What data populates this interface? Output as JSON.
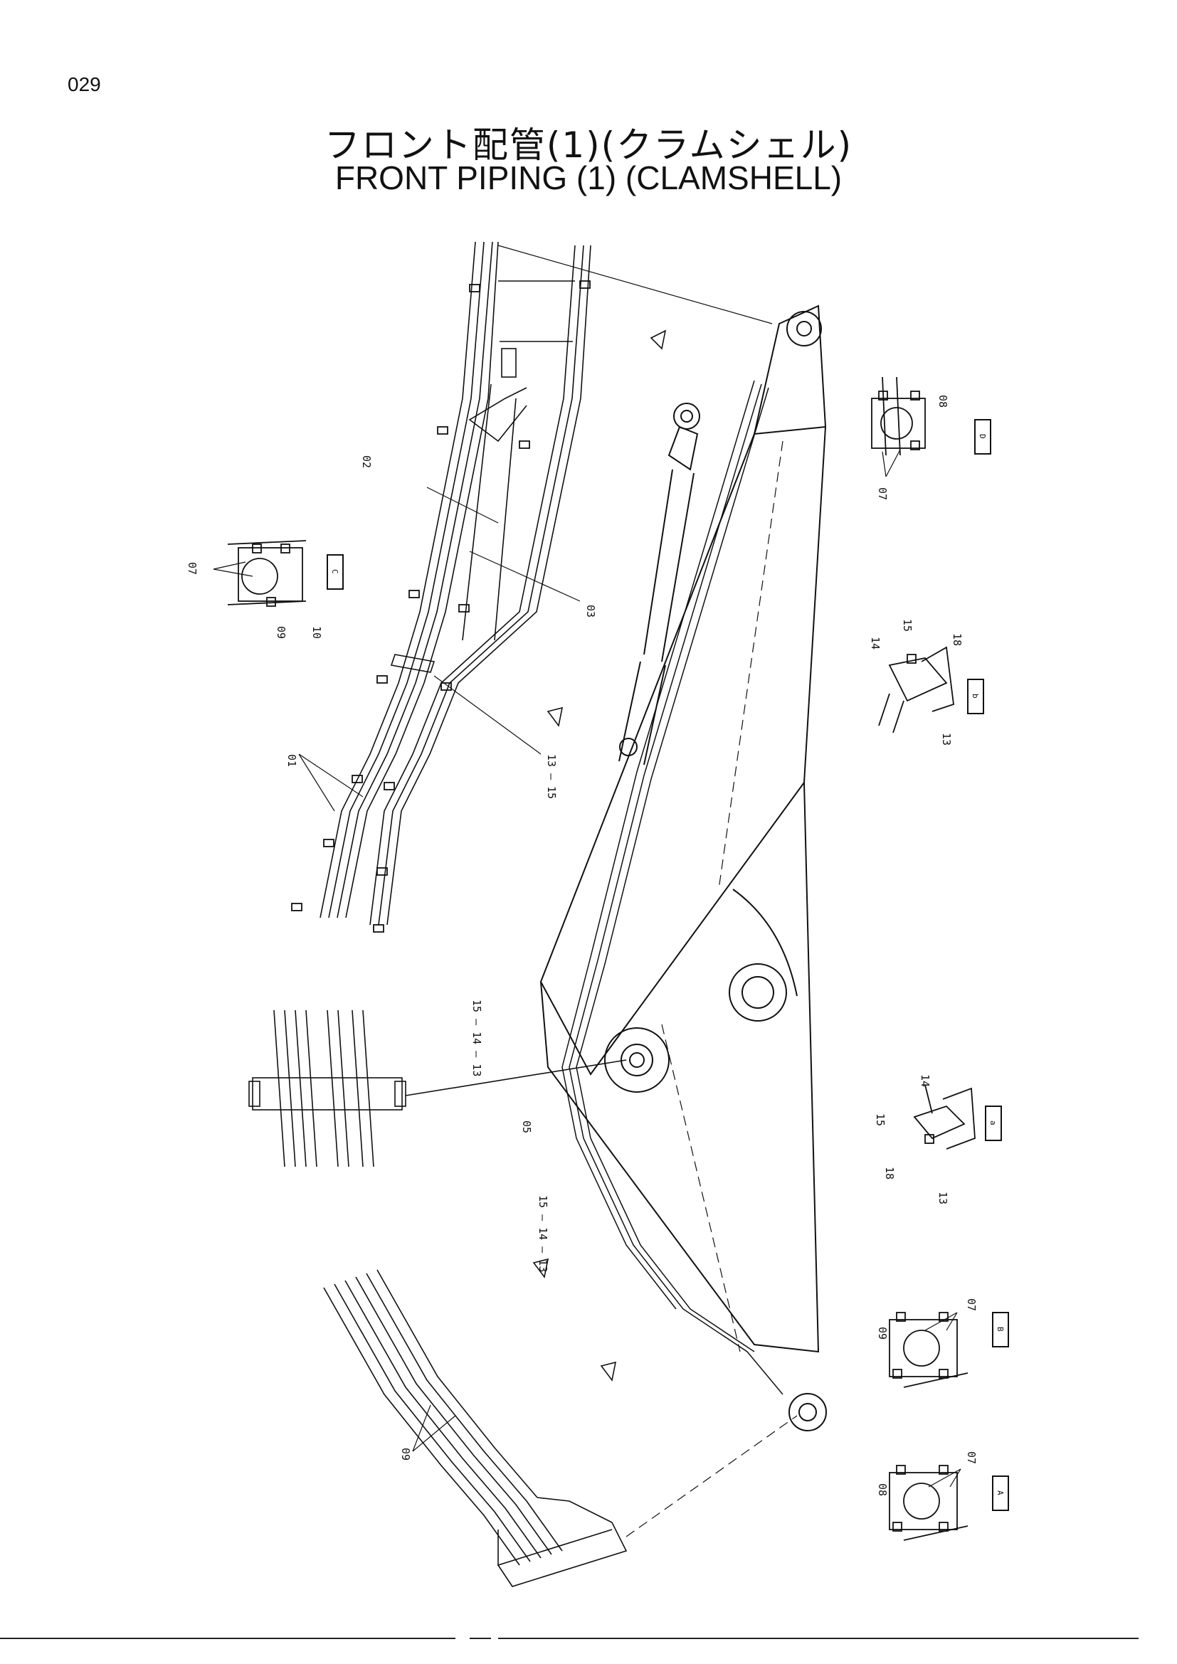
{
  "page_number": "029",
  "title": {
    "japanese": "フロント配管(1)(クラムシェル)",
    "english": "FRONT PIPING (1) (CLAMSHELL)"
  },
  "part_numbers": [
    "01",
    "02",
    "03",
    "05",
    "07",
    "08",
    "09",
    "10",
    "13",
    "14",
    "15",
    "18"
  ],
  "callouts": {
    "c01": "01",
    "c02": "02",
    "c03": "03",
    "c05": "05",
    "c13_15": "13 — 15",
    "c15_14_13_a": "15 — 14 — 13",
    "c15_14_13_b": "15 — 14 — 13",
    "c07_left": "07",
    "c09_left": "09",
    "c10_left": "10",
    "c08_right": "08",
    "c07_right": "07",
    "c14_b": "14",
    "c15_b": "15",
    "c18_b": "18",
    "c13_b": "13",
    "c14_a": "14",
    "c15_a": "15",
    "c18_a": "18",
    "c13_a": "13",
    "c09_B": "09",
    "c07_B": "07",
    "c08_A": "08",
    "c07_A": "07",
    "c09_bottom": "09"
  },
  "detail_refs": {
    "C": "C",
    "D": "D",
    "b": "b",
    "a": "a",
    "B": "B",
    "A": "A"
  }
}
